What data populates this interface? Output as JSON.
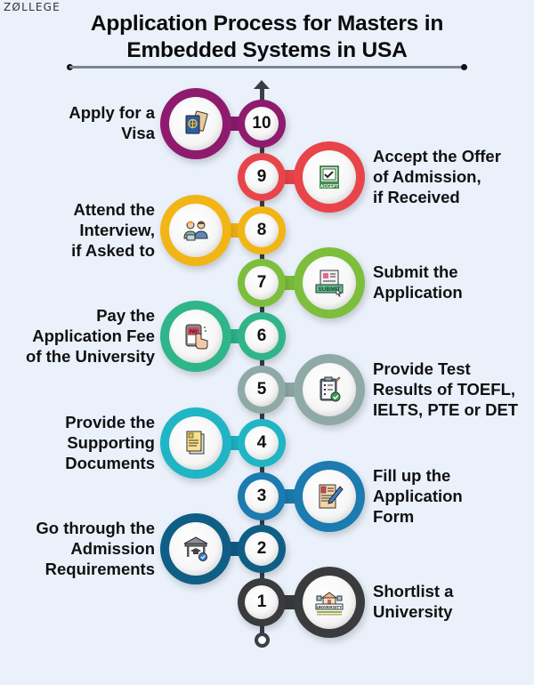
{
  "brand": {
    "logo_text": "ZØLLEGE"
  },
  "header": {
    "title_line1": "Application Process for Masters in",
    "title_line2": "Embedded Systems in USA"
  },
  "steps": [
    {
      "number": "10",
      "label": "Apply for a\nVisa",
      "side": "left",
      "color": "#8e1b6e",
      "icon": "passport-visa-icon"
    },
    {
      "number": "9",
      "label": "Accept the Offer\nof Admission,\nif Received",
      "side": "right",
      "color": "#e8454a",
      "icon": "accept-checkbox-icon"
    },
    {
      "number": "8",
      "label": "Attend the\nInterview,\nif Asked to",
      "side": "left",
      "color": "#f2b516",
      "icon": "interview-people-icon"
    },
    {
      "number": "7",
      "label": "Submit the\nApplication",
      "side": "right",
      "color": "#7dbe3c",
      "icon": "submit-form-icon"
    },
    {
      "number": "6",
      "label": "Pay the\nApplication Fee\nof the University",
      "side": "left",
      "color": "#2fb58a",
      "icon": "pay-hand-icon"
    },
    {
      "number": "5",
      "label": "Provide Test\nResults of TOEFL,\nIELTS, PTE or DET",
      "side": "right",
      "color": "#8fa9a6",
      "icon": "clipboard-checklist-icon"
    },
    {
      "number": "4",
      "label": "Provide the\nSupporting\nDocuments",
      "side": "left",
      "color": "#1fb5c4",
      "icon": "documents-icon"
    },
    {
      "number": "3",
      "label": "Fill up the\nApplication\nForm",
      "side": "right",
      "color": "#1c7bb0",
      "icon": "form-pen-icon"
    },
    {
      "number": "2",
      "label": "Go through the\nAdmission\nRequirements",
      "side": "left",
      "color": "#0f5e86",
      "icon": "graduation-building-icon"
    },
    {
      "number": "1",
      "label": "Shortlist a\nUniversity",
      "side": "right",
      "color": "#3a3b3d",
      "icon": "university-icon"
    }
  ],
  "colors": {
    "background": "#eaf1fb",
    "spine": "#3a3f45"
  }
}
